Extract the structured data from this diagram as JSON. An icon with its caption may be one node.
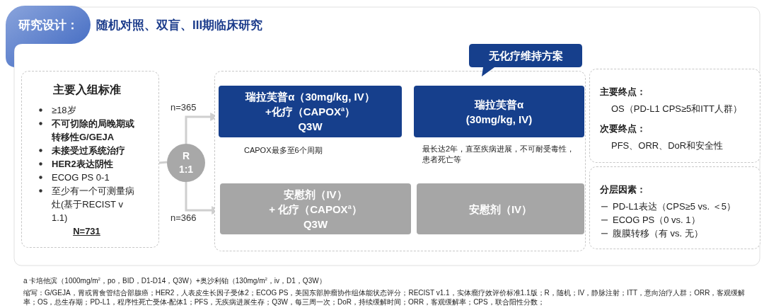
{
  "diagram": {
    "title": "随机对照、双盲、III期临床研究",
    "nodes": [
      {
        "text": [
          "主要入组标准",
          "≥18岁",
          "**不可切除的局晚期或转移性G/GEJA**",
          "**未接受过系统治疗**",
          "**HER2表达阴性**",
          "ECOG PS 0-1",
          "至少有一个可测量病灶(基于RECIST v 1.1)",
          "N=731"
        ]
      },
      {
        "text": [
          "R 1:1"
        ]
      },
      {
        "text": [],
        "shape": "box"
      },
      {
        "text": [
          "无化疗维持方案"
        ]
      },
      {
        "text": [
          "瑞拉芙普α（30mg/kg, IV）",
          "+化疗（CAPOX$^{a}$）",
          "Q3W"
        ],
        "in": 2,
        "beside": [
          "CAPOX最多至6个周期"
        ]
      },
      {
        "text": [
          "瑞拉芙普α",
          "(30mg/kg, IV)"
        ],
        "in": 2,
        "beside": [
          "最长达2年，直至疾病进展，不可耐受毒性，患者死亡等"
        ]
      },
      {
        "text": [
          "安慰剂（IV）",
          "+ 化疗（CAPOX$^{a}$）",
          "Q3W"
        ],
        "in": 2
      },
      {
        "text": [
          "安慰剂（IV）"
        ],
        "in": 2
      },
      {
        "text": [
          "主要终点：",
          "OS（PD-L1 CPS≥5和ITT人群）",
          "次要终点：",
          "PFS、ORR、DoR和安全性"
        ]
      },
      {
        "text": [
          "分层因素：",
          "PD-L1表达（CPS≥5 vs. ＜5）",
          "ECOG PS（0 vs. 1）",
          "腹膜转移（有 vs. 无）"
        ]
      }
    ],
    "edges": [
      {
        "from": 0,
        "to": 1,
        "arrow": "none"
      },
      {
        "from": 1,
        "to": 4,
        "arrow": "to",
        "label": "n=365"
      },
      {
        "from": 1,
        "to": 6,
        "arrow": "to",
        "label": "n=366"
      }
    ],
    "labels": [
      "研究设计：",
      "a 卡培他滨（1000mg/m$^{2}$，po，BID，D1-D14，Q3W）+奥沙利铂（130mg/m$^{2}$，iv，D1，Q3W）",
      "缩写：G/GEJA，胃或胃食管结合部腺癌；HER2，人表皮生长因子受体2；ECOG PS，美国东部肿瘤协作组体能状态评分；RECIST v1.1，实体瘤疗效评价标准1.1版；R，随机；IV，静脉注射；ITT，意向治疗人群；ORR，客观缓解率；OS，总生存期；PD-L1，程序性死亡受体-配体1；PFS，无疾病进展生存；Q3W，每三周一次；DoR，持续缓解时间；ORR，客观缓解率；CPS，联合阳性分数；"
    ]
  }
}
